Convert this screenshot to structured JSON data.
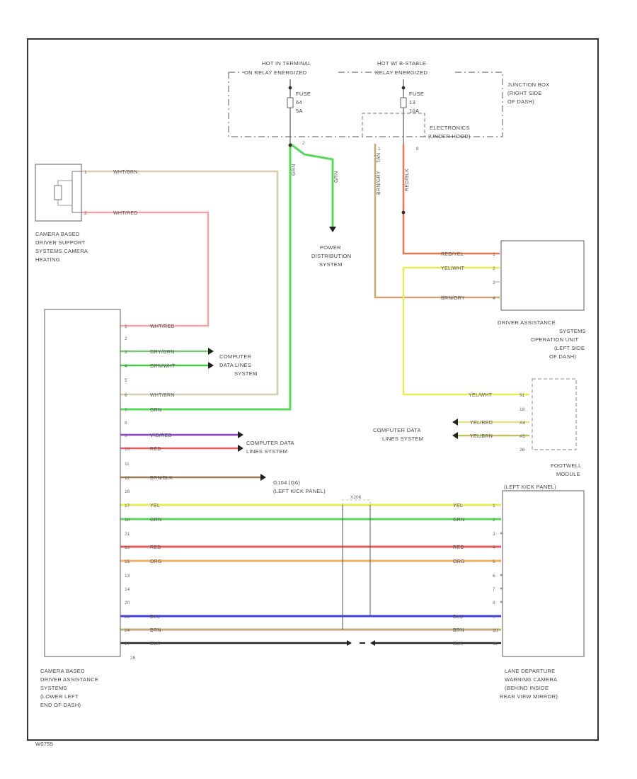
{
  "colors": {
    "WHT/BRN": "#d8cdb0",
    "WHT/RED": "#f2a3a3",
    "GRN": "#58d858",
    "YEL": "#eaea5a",
    "RED": "#e85a5a",
    "ORG": "#f0b068",
    "BLU": "#4040e0",
    "BRN": "#c8a878",
    "BLK": "#222222",
    "VIO": "#9040d8",
    "RED/YEL": "#e87850",
    "GRY/GRN": "#78c878",
    "GRN/WHT": "#48c848",
    "BRN/WHT": "#c8a060",
    "YEL/WHT": "#e8e080",
    "BRN/BLK": "#9a7a50",
    "VIO/RED": "#b050a0",
    "RED/BLK": "#d05050",
    "TAN": "#d8b878",
    "BRN/GRY": "#b09070"
  },
  "power": {
    "left_title_1": "HOT IN TERMINAL",
    "left_title_2": "ON RELAY ENERGIZED",
    "right_title_1": "HOT W/ B-STABLE",
    "right_title_2": "RELAY ENERGIZED",
    "fuse_left_1": "FUSE",
    "fuse_left_2": "64",
    "fuse_left_3": "5A",
    "fuse_right_1": "FUSE",
    "fuse_right_2": "13",
    "fuse_right_3": "10A",
    "jbox_1": "JUNCTION BOX",
    "jbox_2": "(RIGHT SIDE",
    "jbox_3": "OF DASH)",
    "elec_1": "ELECTRONICS",
    "elec_2": "(UNDER HOOD)",
    "pin_left": "2",
    "pin_right": "8",
    "pin_tan": "1"
  },
  "heater": {
    "label": [
      "CAMERA BASED",
      "DRIVER SUPPORT",
      "SYSTEMS CAMERA",
      "HEATING"
    ],
    "pin1": "1",
    "pin2": "2",
    "wire1": "WHT/BRN",
    "wire2": "WHT/RED"
  },
  "pds": {
    "label": [
      "POWER",
      "DISTRIBUTION",
      "SYSTEM"
    ],
    "wire_a": "GRN",
    "wire_b": "GRN"
  },
  "left_wires": {
    "tan": "TAN",
    "brn_gry": "BRN/GRY",
    "red_blk": "RED/BLK"
  },
  "das_unit": {
    "label": [
      "DRIVER ASSISTANCE",
      "SYSTEMS",
      "OPERATION UNIT",
      "(LEFT SIDE",
      "OF DASH)"
    ],
    "rows": [
      {
        "wire": "RED/YEL",
        "pin": "1"
      },
      {
        "wire": "YEL/WHT",
        "pin": "2"
      },
      {
        "wire": "",
        "pin": "3"
      },
      {
        "wire": "BRN/GRY",
        "pin": "4"
      }
    ]
  },
  "footwell": {
    "label": [
      "FOOTWELL",
      "MODULE",
      "(LEFT KICK PANEL)"
    ],
    "yel_wire": "YEL/WHT",
    "yel_pin": "51",
    "pin_18": "18",
    "cdl": [
      "COMPUTER DATA",
      "LINES SYSTEM"
    ],
    "rows": [
      {
        "wire": "YEL/RED",
        "pin": "A4"
      },
      {
        "wire": "YEL/BRN",
        "pin": "A5"
      }
    ],
    "pin_28": "28"
  },
  "main_module": {
    "label": [
      "CAMERA BASED",
      "DRIVER ASSISTANCE",
      "SYSTEMS",
      "(LOWER LEFT",
      "END OF DASH)"
    ],
    "upper_rows": [
      {
        "pin": "1",
        "wire": "WHT/RED"
      },
      {
        "pin": "2",
        "wire": ""
      },
      {
        "pin": "3",
        "wire": "GRY/GRN"
      },
      {
        "pin": "4",
        "wire": "GRN/WHT"
      },
      {
        "pin": "5",
        "wire": ""
      },
      {
        "pin": "6",
        "wire": "WHT/BRN"
      },
      {
        "pin": "7",
        "wire": "GRN"
      },
      {
        "pin": "8",
        "wire": ""
      },
      {
        "pin": "9",
        "wire": "VIO/RED"
      },
      {
        "pin": "10",
        "wire": "RED"
      },
      {
        "pin": "11",
        "wire": ""
      },
      {
        "pin": "12",
        "wire": "BRN/BLK"
      },
      {
        "pin": "16",
        "wire": ""
      }
    ],
    "cdl_1": [
      "COMPUTER",
      "DATA LINES",
      "SYSTEM"
    ],
    "cdl_2": [
      "COMPUTER DATA",
      "LINES SYSTEM"
    ],
    "ground_label": [
      "G104 (G6)",
      "(LEFT KICK PANEL)"
    ],
    "pin_28": "28"
  },
  "ldw": {
    "label": [
      "LANE DEPARTURE",
      "WARNING CAMERA",
      "(BEHIND INSIDE",
      "REAR VIEW MIRROR)"
    ],
    "rows": [
      {
        "lpin": "17",
        "wire": "YEL",
        "rpin": "1"
      },
      {
        "lpin": "18",
        "wire": "GRN",
        "rpin": "2"
      },
      {
        "lpin": "21",
        "wire": "",
        "rpin": "3"
      },
      {
        "lpin": "19",
        "wire": "RED",
        "rpin": "4"
      },
      {
        "lpin": "15",
        "wire": "ORG",
        "rpin": "5"
      },
      {
        "lpin": "13",
        "wire": "",
        "rpin": "6"
      },
      {
        "lpin": "14",
        "wire": "",
        "rpin": "7"
      },
      {
        "lpin": "20",
        "wire": "",
        "rpin": "8"
      },
      {
        "lpin": "26",
        "wire": "BLU",
        "rpin": "9"
      },
      {
        "lpin": "24",
        "wire": "BRN",
        "rpin": "10"
      },
      {
        "lpin": "27",
        "wire": "BLK",
        "rpin": "11"
      }
    ],
    "splice": "X206"
  },
  "footer": "W0755"
}
